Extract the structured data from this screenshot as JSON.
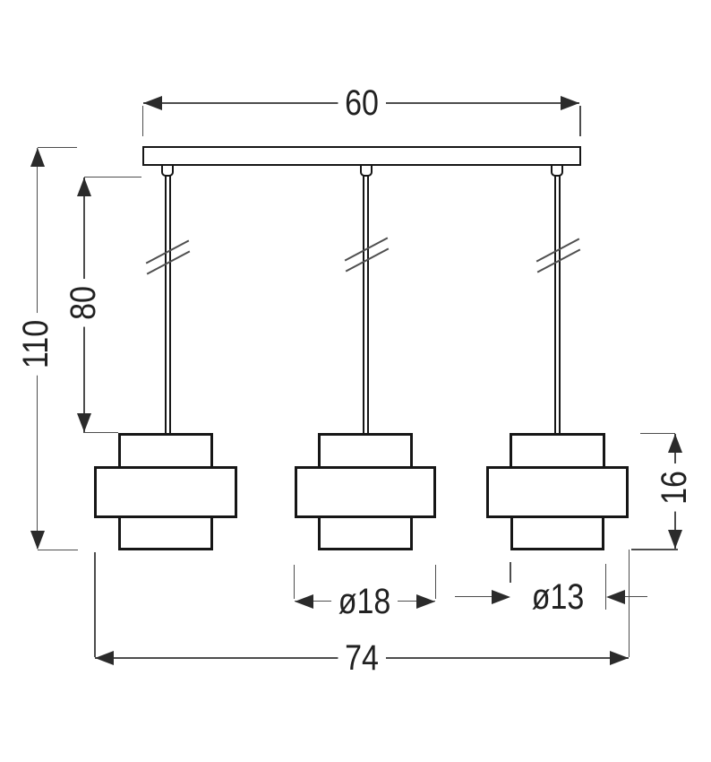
{
  "drawing": {
    "pendant_count": 3,
    "line_color": "#161616",
    "dimension_line_color": "#4d4d4d",
    "background_color": "#ffffff"
  },
  "dimensions": {
    "canopy_width_label": "60",
    "overall_height_label": "110",
    "cord_drop_label": "80",
    "shade_height_label": "16",
    "shade_large_diameter_label": "ø18",
    "shade_small_diameter_label": "ø13",
    "overall_width_label": "74"
  }
}
